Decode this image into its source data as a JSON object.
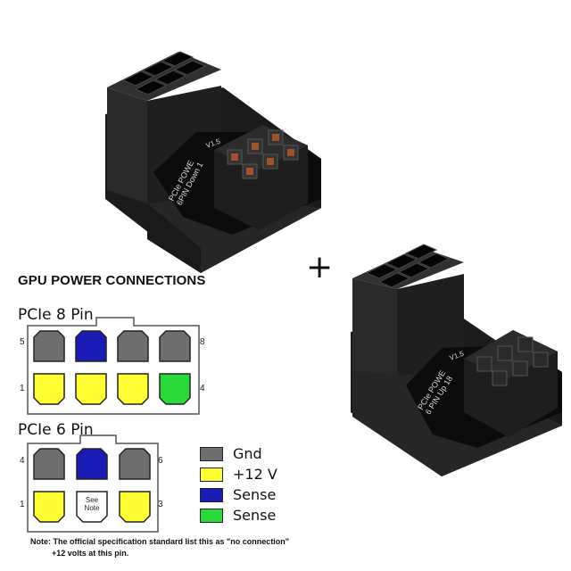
{
  "diagram": {
    "title": "GPU POWER CONNECTIONS",
    "connector_8pin": {
      "title": "PCIe 8 Pin",
      "pin_labels": {
        "top_left": "5",
        "top_right": "8",
        "bottom_left": "1",
        "bottom_right": "4"
      },
      "top_row": [
        "gnd",
        "sense",
        "gnd",
        "gnd"
      ],
      "bottom_row": [
        "12v",
        "12v",
        "12v",
        "sense2"
      ]
    },
    "connector_6pin": {
      "title": "PCIe 6 Pin",
      "pin_labels": {
        "top_left": "4",
        "top_right": "6",
        "bottom_left": "1",
        "bottom_right": "3"
      },
      "top_row": [
        "gnd",
        "sense",
        "gnd"
      ],
      "bottom_row": [
        "12v",
        "note",
        "12v"
      ],
      "note_pin_label": "See Note"
    },
    "legend": [
      {
        "key": "gnd",
        "label": "Gnd",
        "color": "#6e6e6e"
      },
      {
        "key": "12v",
        "label": "+12 V",
        "color": "#ffff33"
      },
      {
        "key": "sense",
        "label": "Sense",
        "color": "#1a1ab4"
      },
      {
        "key": "sense2",
        "label": "Sense",
        "color": "#2bd83a"
      }
    ],
    "note_line1": "Note: The official specification standard list this as \"no connection\"",
    "note_line2": "+12 volts at this pin."
  },
  "adapters": {
    "top": {
      "pcb_line1": "PCIe POWE",
      "pcb_line2": "6PIN Down 1",
      "pcb_side": "V1.5"
    },
    "bottom": {
      "pcb_line1": "PCIe POWE",
      "pcb_line2": "6 PIN Up 18",
      "pcb_side": "V1.5"
    }
  },
  "plus": "+",
  "colors": {
    "gnd": "#6e6e6e",
    "12v": "#ffff33",
    "sense": "#1a1ab4",
    "sense2": "#2bd83a",
    "note": "#ffffff"
  }
}
